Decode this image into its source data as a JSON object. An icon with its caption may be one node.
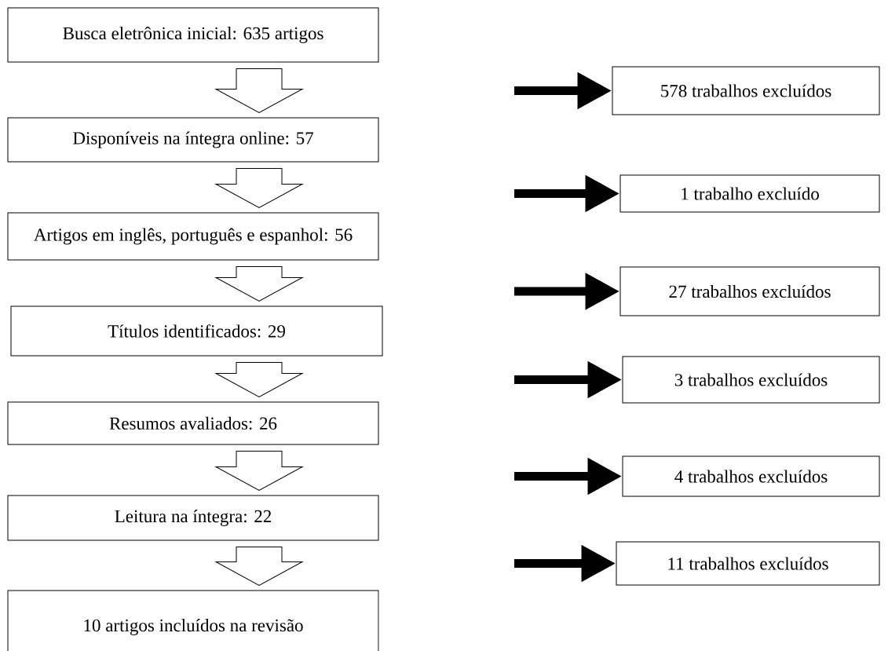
{
  "diagram": {
    "nodes": [
      {
        "text": [
          "Busca eletrônica inicial: 635 artigos"
        ]
      },
      {
        "text": [
          "578 trabalhos excluídos"
        ]
      },
      {
        "text": [
          "Disponíveis na íntegra online: 57"
        ]
      },
      {
        "text": [
          "1 trabalho excluído"
        ]
      },
      {
        "text": [
          "Artigos em inglês, português e espanhol: 56"
        ]
      },
      {
        "text": [
          "27 trabalhos excluídos"
        ]
      },
      {
        "text": [
          "Títulos identificados: 29"
        ]
      },
      {
        "text": [
          "3 trabalhos excluídos"
        ]
      },
      {
        "text": [
          "Resumos avaliados: 26"
        ]
      },
      {
        "text": [
          "4 trabalhos excluídos"
        ]
      },
      {
        "text": [
          "Leitura na íntegra: 22"
        ]
      },
      {
        "text": [
          "11 trabalhos excluídos"
        ]
      },
      {
        "text": [
          "10 artigos incluídos na revisão"
        ]
      }
    ],
    "edges": [
      {
        "from": 0,
        "to": 2,
        "arrow": "to"
      },
      {
        "from": null,
        "to": 1,
        "arrow": "to"
      },
      {
        "from": 2,
        "to": 4,
        "arrow": "to"
      },
      {
        "from": null,
        "to": 3,
        "arrow": "to"
      },
      {
        "from": 4,
        "to": 6,
        "arrow": "to"
      },
      {
        "from": null,
        "to": 5,
        "arrow": "to"
      },
      {
        "from": 6,
        "to": 8,
        "arrow": "to"
      },
      {
        "from": null,
        "to": 7,
        "arrow": "to"
      },
      {
        "from": 8,
        "to": 10,
        "arrow": "to"
      },
      {
        "from": null,
        "to": 9,
        "arrow": "to"
      },
      {
        "from": 10,
        "to": 12,
        "arrow": "to"
      },
      {
        "from": null,
        "to": 11,
        "arrow": "to"
      }
    ]
  }
}
